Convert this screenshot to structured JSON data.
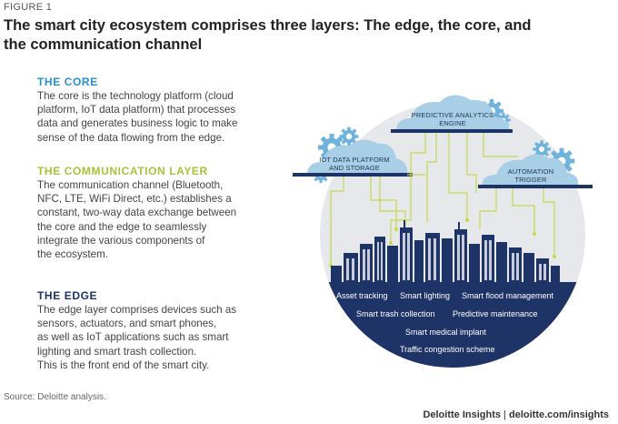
{
  "figure_label": "FIGURE 1",
  "title": "The smart city ecosystem comprises three layers: The edge, the core, and the communication channel",
  "sections": [
    {
      "heading": "THE CORE",
      "color": "#2a8fd0",
      "body": "The core is the technology platform (cloud\nplatform, IoT data platform) that processes\ndata and generates business logic to make\nsense of the data flowing from the edge."
    },
    {
      "heading": "THE COMMUNICATION LAYER",
      "color": "#a6c43a",
      "body": "The communication channel (Bluetooth,\nNFC, LTE, WiFi Direct, etc.) establishes a\nconstant, two-way data exchange between\nthe core and the edge to seamlessly\nintegrate the various components of\nthe ecosystem."
    },
    {
      "heading": "THE EDGE",
      "color": "#1f3466",
      "body": "The edge layer comprises devices such as\nsensors, actuators, and smart phones,\nas well as IoT applications such as smart\nlighting and smart trash collection.\nThis is the front end of the smart city."
    }
  ],
  "clouds": {
    "predictive": [
      "PREDICTIVE ANALYTICS",
      "ENGINE"
    ],
    "iot": [
      "IOT DATA PLATFORM",
      "AND STORAGE"
    ],
    "automation": [
      "AUTOMATION",
      "TRIGGER"
    ]
  },
  "applications": {
    "row1": [
      "Asset tracking",
      "Smart lighting",
      "Smart flood management"
    ],
    "row2": [
      "Smart trash collection",
      "Predictive maintenance"
    ],
    "row3": [
      "Smart medical implant"
    ],
    "row4": [
      "Traffic congestion scheme"
    ]
  },
  "colors": {
    "navy": "#1f3466",
    "cloud": "#a9cfe7",
    "gear": "#6fb3dc",
    "line": "#c4d94a",
    "circle": "#e6e8ec"
  },
  "source": "Source: Deloitte analysis.",
  "footer": {
    "brand": "Deloitte Insights",
    "separator": " | ",
    "url": "deloitte.com/insights"
  }
}
